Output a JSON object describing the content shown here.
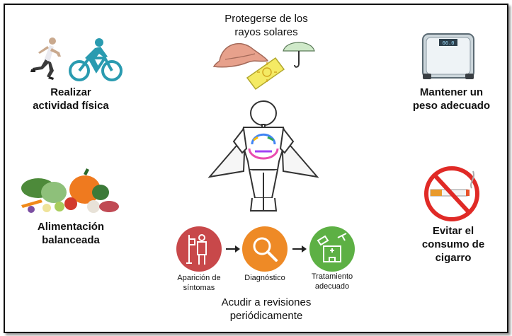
{
  "labels": {
    "physical_activity": [
      "Realizar",
      "actividad física"
    ],
    "sun_protection": [
      "Protegerse de los",
      "rayos solares"
    ],
    "weight": [
      "Mantener un",
      "peso adecuado"
    ],
    "diet": [
      "Alimentación",
      "balanceada"
    ],
    "smoking": [
      "Evitar el",
      "consumo de",
      "cigarro"
    ],
    "checkups": [
      "Acudir a revisiones",
      "periódicamente"
    ]
  },
  "steps": [
    {
      "label": [
        "Aparición de",
        "síntomas"
      ],
      "color": "#c8484a"
    },
    {
      "label": [
        "Diagnóstico"
      ],
      "color": "#ee8a26"
    },
    {
      "label": [
        "Tratamiento",
        "adecuado"
      ],
      "color": "#5db044"
    }
  ],
  "scale_display": "66.0",
  "colors": {
    "teal": "#2a9bb0",
    "hat": "#e7a18c",
    "sunscreen": "#f4ea64",
    "umbrella": "#cfe9c9",
    "no_sign": "#e02a26"
  },
  "icons": [
    "runner-icon",
    "cyclist-icon",
    "hat-icon",
    "sunscreen-icon",
    "umbrella-icon",
    "scale-icon",
    "superhero-icon",
    "vegetables-icon",
    "no-smoking-icon",
    "symptoms-icon",
    "magnifier-icon",
    "hospital-icon"
  ]
}
